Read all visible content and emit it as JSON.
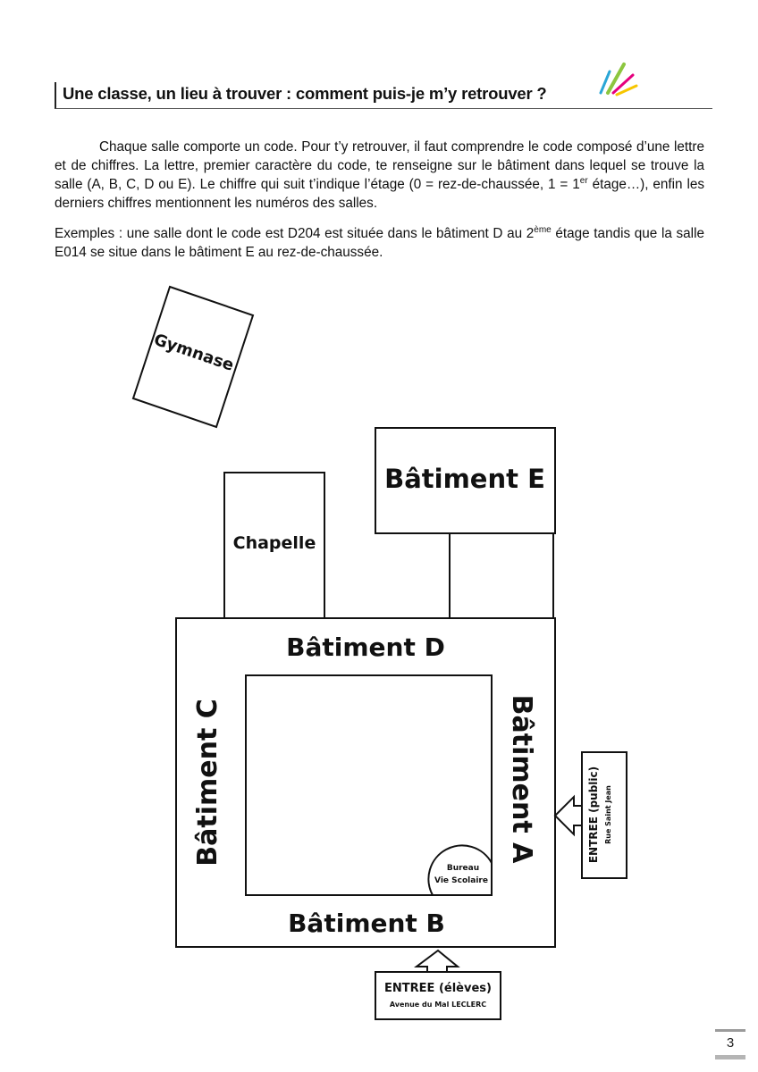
{
  "heading": "Une classe, un lieu à trouver : comment puis-je m’y retrouver ?",
  "paragraph1": {
    "part1": "Chaque salle comporte un code. Pour t’y retrouver, il faut comprendre le code composé d’une lettre et de chiffres. La lettre, premier caractère du code, te renseigne sur le bâtiment dans lequel se trouve la salle (A, B, C, D ou E). Le chiffre qui suit t’indique l’étage (0 = rez-de-chaussée, 1 = 1",
    "sup": "er",
    "part2": " étage…), enfin les derniers chiffres mentionnent les numéros des salles."
  },
  "paragraph2": {
    "part1": "Exemples : une salle dont le code est D204 est située dans le bâtiment D au 2",
    "sup": "ème",
    "part2": " étage tandis que la salle E014 se situe dans le bâtiment E au rez-de-chaussée."
  },
  "map": {
    "gymnase": "Gymnase",
    "chapelle": "Chapelle",
    "batiment_e": "Bâtiment E",
    "batiment_d": "Bâtiment D",
    "batiment_c": "Bâtiment C",
    "batiment_a": "Bâtiment A",
    "batiment_b": "Bâtiment B",
    "bureau_line1": "Bureau",
    "bureau_line2": "Vie Scolaire",
    "entree_public": "ENTREE (public)",
    "entree_public_street": "Rue Saint Jean",
    "entree_eleves": "ENTREE (élèves)",
    "entree_eleves_street": "Avenue du Mal LECLERC"
  },
  "logo_colors": [
    "#2aa6d6",
    "#8cc63f",
    "#e5007e",
    "#f7c600"
  ],
  "page_number": "3"
}
